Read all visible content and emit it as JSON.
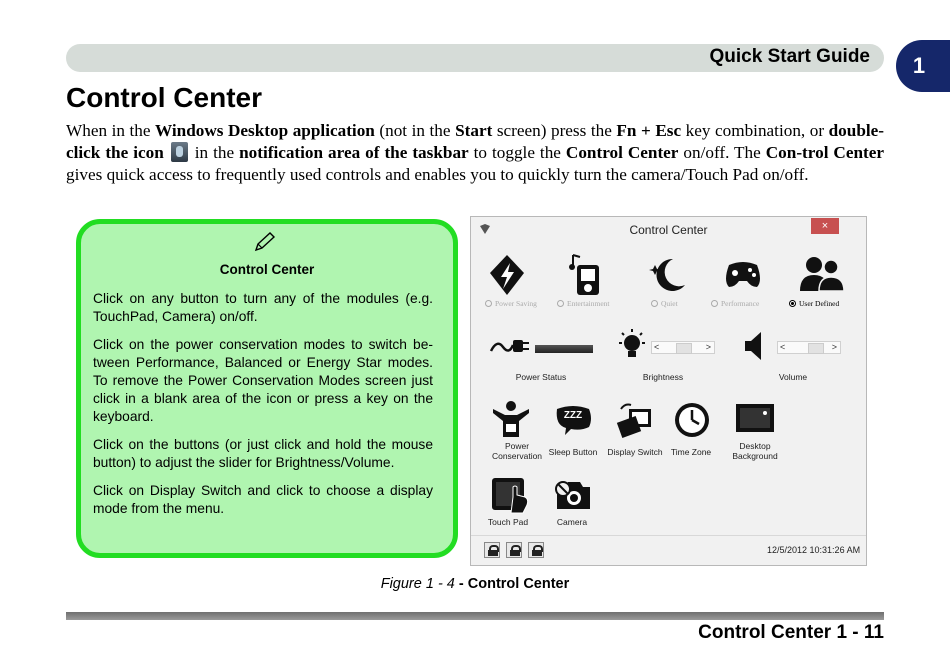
{
  "header": {
    "title": "Quick Start Guide",
    "chapter_number": "1"
  },
  "page_title": "Control Center",
  "intro": {
    "t1": "When in the ",
    "b1": "Windows Desktop application",
    "t2": " (not in the ",
    "b2": "Start",
    "t3": " screen) press the ",
    "b3": "Fn + Esc",
    "t4": " key combination, or ",
    "b4": "double-click the icon",
    "t5": " in the ",
    "b5": "notification area of the taskbar",
    "t6": " to toggle the ",
    "b6": "Control Center",
    "t7": " on/off. The ",
    "b7": "Con-trol Center",
    "t8": " gives quick access to frequently used controls and enables you to quickly turn the camera/Touch Pad on/off."
  },
  "note": {
    "title": "Control Center",
    "paragraphs": [
      "Click on any button to turn any of the modules (e.g. TouchPad, Camera) on/off.",
      "Click on the power conservation modes to switch be-tween Performance, Balanced or Energy Star modes. To remove the Power Conservation Modes screen just click in a blank area of the icon or press a key on the keyboard.",
      "Click on the buttons (or just click and hold the mouse button) to adjust the slider for Brightness/Volume.",
      "Click on Display Switch and click to choose a display mode from the menu."
    ]
  },
  "window": {
    "title": "Control Center",
    "close_glyph": "×",
    "modes": [
      {
        "label": "Power Saving",
        "selected": false
      },
      {
        "label": "Entertainment",
        "selected": false
      },
      {
        "label": "Quiet",
        "selected": false
      },
      {
        "label": "Performance",
        "selected": false
      },
      {
        "label": "User Defined",
        "selected": true
      }
    ],
    "power_status_label": "Power Status",
    "brightness_label": "Brightness",
    "volume_label": "Volume",
    "slider_left": "<",
    "slider_right": ">",
    "brightness_level": 0.5,
    "volume_level": 0.7,
    "buttons_row3": [
      "Power Conservation",
      "Sleep Button",
      "Display Switch",
      "Time Zone",
      "Desktop Background"
    ],
    "sleep_text": "ZZZ",
    "buttons_row4": [
      "Touch Pad",
      "Camera"
    ],
    "datetime": "12/5/2012 10:31:26 AM"
  },
  "caption": {
    "figure": "Figure 1 - 4",
    "dash": " - ",
    "title": "Control Center"
  },
  "footer": {
    "text": "Control Center 1 - 11"
  },
  "colors": {
    "note_bg": "#b0f5b0",
    "note_border": "#22dd22",
    "chapter_tab": "#15276a",
    "header_bar": "#d6dcd8"
  }
}
